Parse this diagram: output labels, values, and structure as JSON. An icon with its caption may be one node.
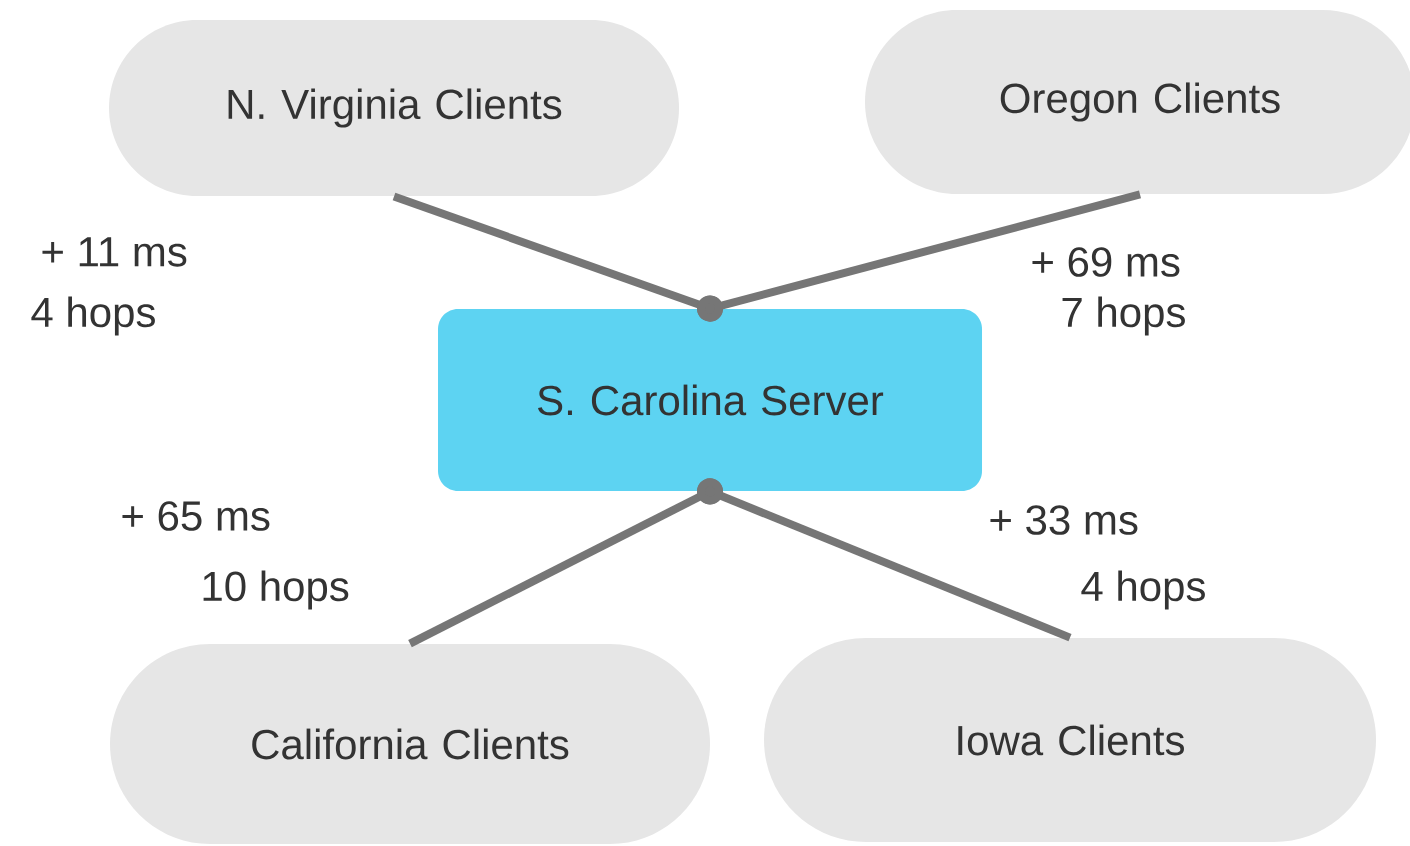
{
  "diagram": {
    "nodes": [
      {
        "text": [
          "N. Virginia Clients"
        ]
      },
      {
        "text": [
          "Oregon Clients"
        ]
      },
      {
        "text": [
          "S. Carolina Server"
        ]
      },
      {
        "text": [
          "California Clients"
        ]
      },
      {
        "text": [
          "Iowa Clients"
        ]
      }
    ],
    "edges": [
      {
        "from": 0,
        "to": 2,
        "arrow": "other"
      },
      {
        "from": 1,
        "to": 2,
        "arrow": "other"
      },
      {
        "from": 3,
        "to": 2,
        "arrow": "other"
      },
      {
        "from": 4,
        "to": 2,
        "arrow": "other"
      }
    ],
    "labels": [
      "+ 11 ms",
      "4 hops",
      "+ 69 ms",
      "7 hops",
      "+ 65 ms",
      "10 hops",
      "+ 33 ms",
      "4 hops"
    ]
  }
}
